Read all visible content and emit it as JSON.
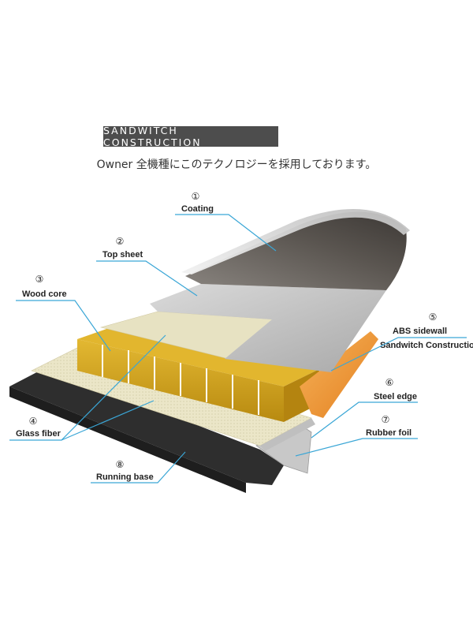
{
  "header": {
    "title": "SANDWITCH CONSTRUCTION",
    "subtitle": "Owner 全機種にこのテクノロジーを採用しております。"
  },
  "layers": [
    {
      "num": "①",
      "label": "Coating"
    },
    {
      "num": "②",
      "label": "Top sheet"
    },
    {
      "num": "③",
      "label": "Wood core"
    },
    {
      "num": "④",
      "label": "Glass fiber"
    },
    {
      "num": "⑤",
      "label": "ABS sidewall",
      "sublabel": "Sandwitch Construction"
    },
    {
      "num": "⑥",
      "label": "Steel edge"
    },
    {
      "num": "⑦",
      "label": "Rubber foil"
    },
    {
      "num": "⑧",
      "label": "Running base"
    }
  ],
  "colors": {
    "leader": "#3aa6d6",
    "wood": "#d7a91c",
    "abs": "#ef9a3a",
    "base": "#2e2e2e",
    "fiber": "#e5e0c0"
  }
}
